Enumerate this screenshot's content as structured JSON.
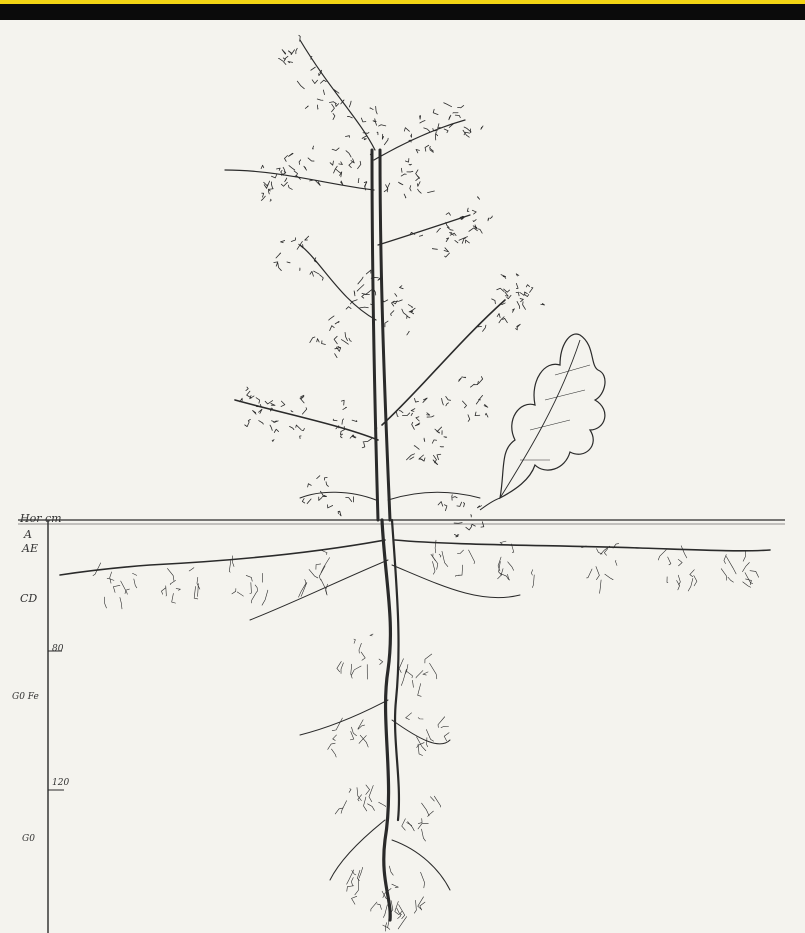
{
  "diagram": {
    "colors": {
      "background": "#f4f3ee",
      "ink": "#2a2a2a",
      "frame": "#0b0b0b",
      "accent": "#f2d414"
    },
    "ground_label": "Hor cm",
    "horizons": [
      {
        "id": "A",
        "label": "A"
      },
      {
        "id": "AE",
        "label": "AE"
      },
      {
        "id": "CD",
        "label": "CD"
      },
      {
        "id": "G0Fe",
        "label": "G0 Fe"
      },
      {
        "id": "G0",
        "label": "G0"
      }
    ],
    "depth_marks": [
      {
        "label": "80"
      },
      {
        "label": "120"
      }
    ],
    "icons": [
      "oak-tree-drawing",
      "oak-leaf-drawing",
      "root-system-drawing"
    ]
  }
}
